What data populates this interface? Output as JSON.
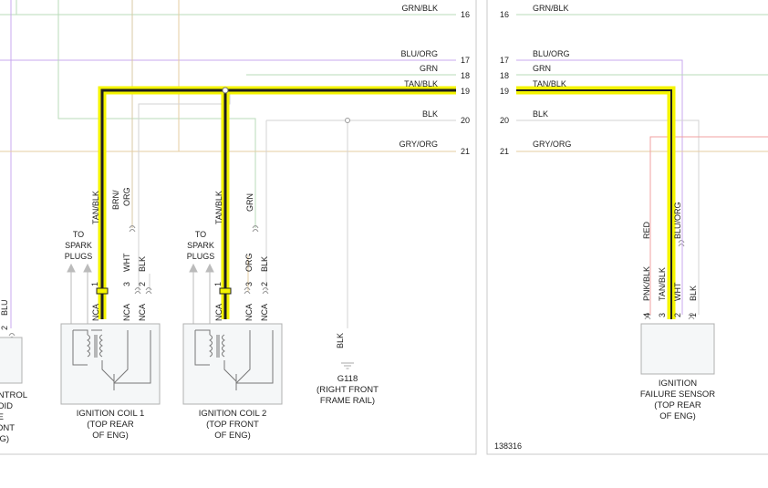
{
  "diagram_id": "138316",
  "colors": {
    "grn_blk": "#b9dbb9",
    "blu_org": "#c9a8ef",
    "grn": "#b9dbb9",
    "tan_blk": "#1f1f1f",
    "highlight": "#f4f400",
    "blk": "#d3d3d3",
    "gry_org": "#e6cda2",
    "brn_org": "#d8c9a6",
    "red": "#f1a1a1",
    "frame": "#c9c9c9",
    "component": "#b0b0b0"
  },
  "left_panel": {
    "wires": [
      {
        "label": "GRN/BLK",
        "pin": "16"
      },
      {
        "label": "BLU/ORG",
        "pin": "17"
      },
      {
        "label": "GRN",
        "pin": "18"
      },
      {
        "label": "TAN/BLK",
        "pin": "19"
      },
      {
        "label": "BLK",
        "pin": "20"
      },
      {
        "label": "GRY/ORG",
        "pin": "21"
      }
    ],
    "vertical_labels": {
      "coil1_tanblk": "TAN/BLK",
      "coil1_brnorg_top": "BRN/",
      "coil1_brnorg_bottom": "ORG",
      "coil1_wht": "WHT",
      "coil1_blk": "BLK",
      "coil2_tanblk": "TAN/BLK",
      "coil2_grn": "GRN",
      "coil2_org": "ORG",
      "coil2_blk": "BLK",
      "ground_blk": "BLK",
      "edge_blu": "BLU"
    },
    "coil_pins": {
      "p1": "1",
      "p2": "2",
      "p3": "3",
      "nca": "NCA"
    },
    "spark_plugs": [
      "TO",
      "SPARK",
      "PLUGS"
    ],
    "coil1_caption": [
      "IGNITION COIL 1",
      "(TOP REAR",
      "OF ENG)"
    ],
    "coil2_caption": [
      "IGNITION COIL 2",
      "(TOP FRONT",
      "OF ENG)"
    ],
    "ground_caption": [
      "G118",
      "(RIGHT FRONT",
      "FRAME RAIL)"
    ],
    "edge_pin": "2",
    "edge_caption": [
      "NTROL",
      "OID",
      "E",
      "RONT",
      "G)"
    ]
  },
  "right_panel": {
    "wires": [
      {
        "pin": "16",
        "label": "GRN/BLK"
      },
      {
        "pin": "17",
        "label": "BLU/ORG"
      },
      {
        "pin": "18",
        "label": "GRN"
      },
      {
        "pin": "19",
        "label": "TAN/BLK"
      },
      {
        "pin": "20",
        "label": "BLK"
      },
      {
        "pin": "21",
        "label": "GRY/ORG"
      }
    ],
    "vertical_labels": {
      "red": "RED",
      "blu_org": "BLU/ORG",
      "pnk_blk": "PNK/BLK",
      "tan_blk": "TAN/BLK",
      "wht": "WHT",
      "blk": "BLK"
    },
    "sensor_pins": [
      "4",
      "3",
      "2",
      "1"
    ],
    "sensor_caption": [
      "IGNITION",
      "FAILURE SENSOR",
      "(TOP REAR",
      "OF ENG)"
    ]
  }
}
